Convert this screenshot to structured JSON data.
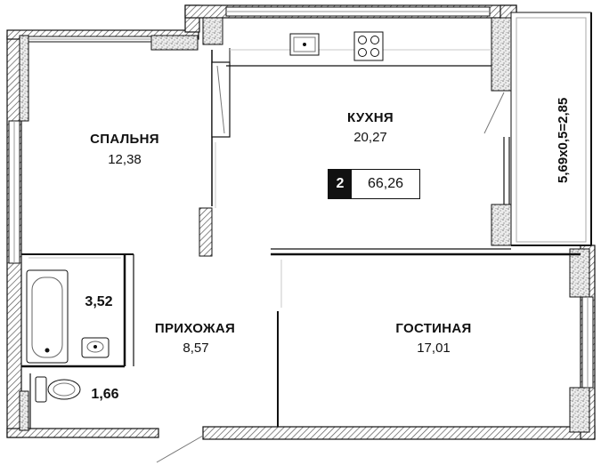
{
  "plan": {
    "rooms_count": "2",
    "total_area": "66,26",
    "rooms": {
      "kitchen": {
        "name": "КУХНЯ",
        "area": "20,27"
      },
      "bedroom": {
        "name": "СПАЛЬНЯ",
        "area": "12,38"
      },
      "hallway": {
        "name": "ПРИХОЖАЯ",
        "area": "8,57"
      },
      "living": {
        "name": "ГОСТИНАЯ",
        "area": "17,01"
      },
      "bathroom": {
        "area": "3,52"
      },
      "toilet": {
        "area": "1,66"
      }
    },
    "balcony_dimension": "5,69х0,5=2,85"
  },
  "colors": {
    "wall": "#111111",
    "hatch": "#666666",
    "stipple": "#9a9a9a",
    "light_line": "#bdbdbd"
  }
}
